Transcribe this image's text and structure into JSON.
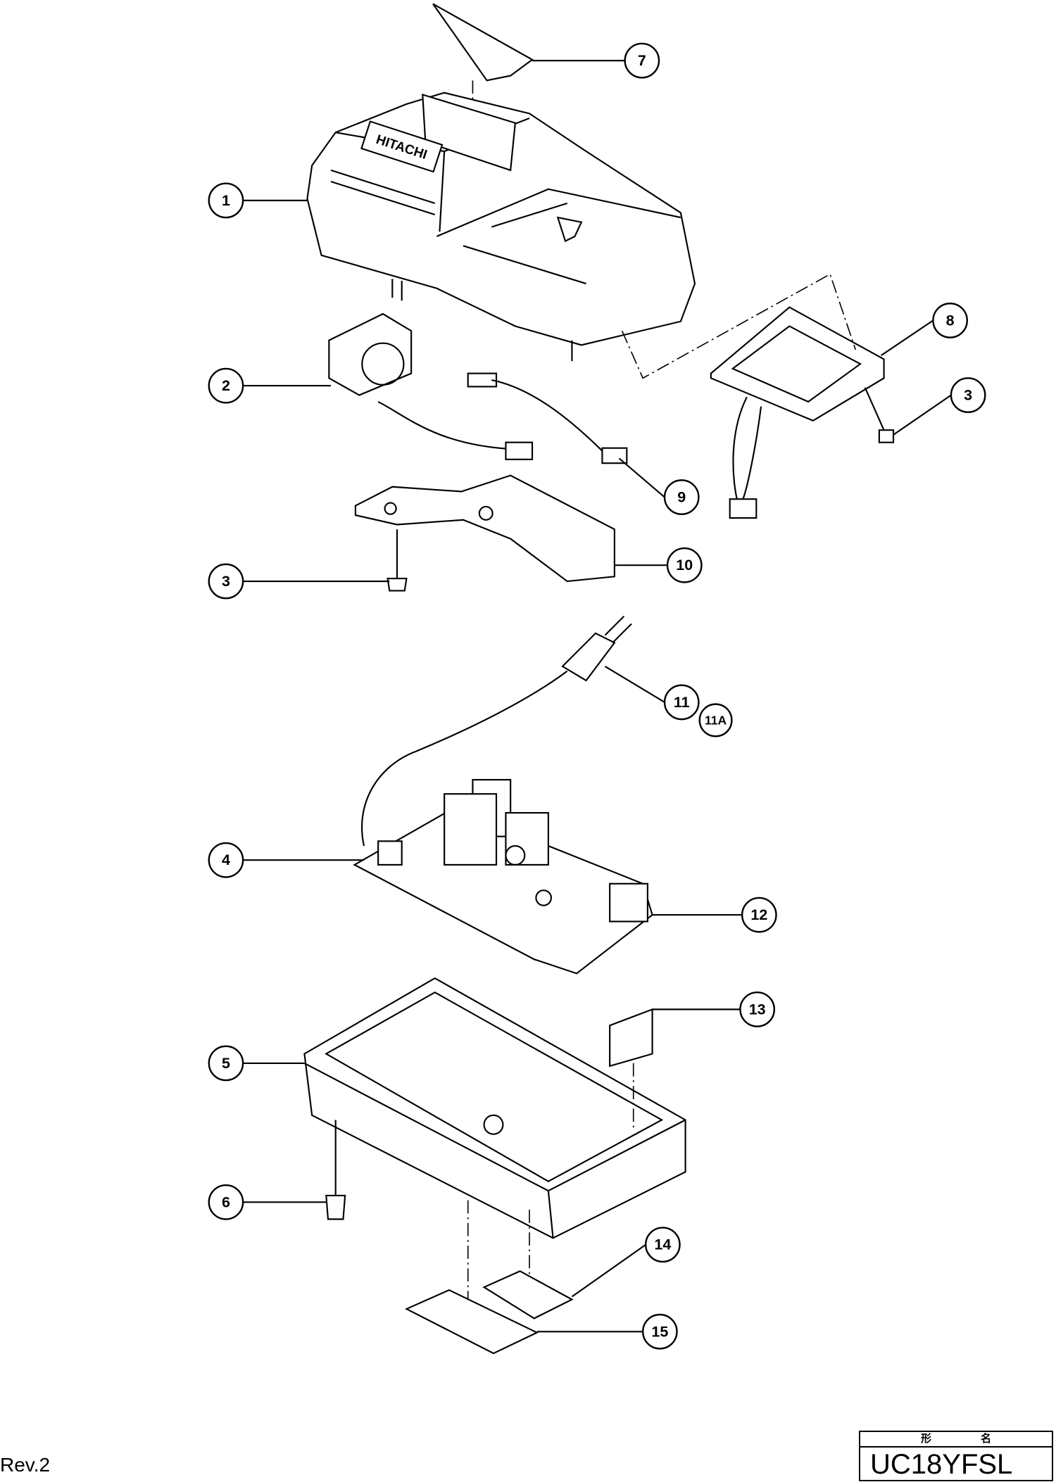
{
  "callouts": {
    "c1": "1",
    "c2": "2",
    "c3a": "3",
    "c3b": "3",
    "c4": "4",
    "c5": "5",
    "c6": "6",
    "c7": "7",
    "c8": "8",
    "c9": "9",
    "c10": "10",
    "c11": "11",
    "c11a": "11A",
    "c12": "12",
    "c13": "13",
    "c14": "14",
    "c15": "15"
  },
  "brand_on_part": "HITACHI",
  "footer": {
    "revision": "Rev.2"
  },
  "title_block": {
    "header_left": "形",
    "header_right": "名",
    "model": "UC18YFSL"
  }
}
